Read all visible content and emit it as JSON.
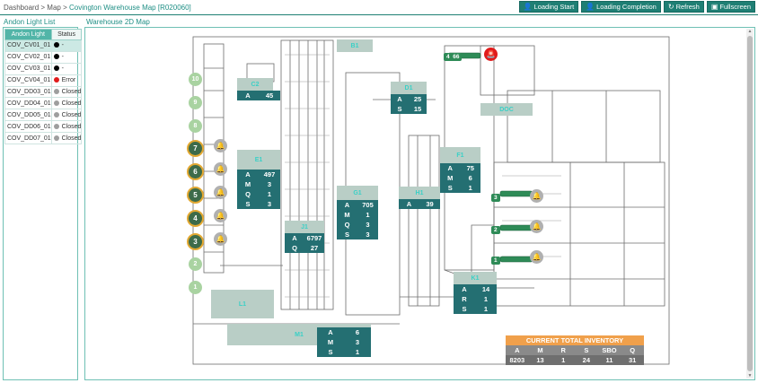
{
  "breadcrumb": {
    "home": "Dashboard",
    "sep1": ">",
    "map": "Map",
    "sep2": ">",
    "current": "Covington Warehouse Map [R020060]"
  },
  "toolbar": {
    "loading_start": "Loading Start",
    "loading_completion": "Loading Completion",
    "refresh": "Refresh",
    "fullscreen": "Fullscreen"
  },
  "andon": {
    "title": "Andon Light List",
    "col_name": "Andon Light",
    "col_status": "Status",
    "rows": [
      {
        "name": "COV_CV01_01",
        "status": "-",
        "color": "#000000"
      },
      {
        "name": "COV_CV02_01",
        "status": "-",
        "color": "#000000"
      },
      {
        "name": "COV_CV03_01",
        "status": "-",
        "color": "#000000"
      },
      {
        "name": "COV_CV04_01",
        "status": "Error",
        "color": "#e01b1b"
      },
      {
        "name": "COV_DD03_01",
        "status": "Closed",
        "color": "#9e9e9e"
      },
      {
        "name": "COV_DD04_01",
        "status": "Closed",
        "color": "#9e9e9e"
      },
      {
        "name": "COV_DD05_01",
        "status": "Closed",
        "color": "#9e9e9e"
      },
      {
        "name": "COV_DD06_01",
        "status": "Closed",
        "color": "#9e9e9e"
      },
      {
        "name": "COV_DD07_01",
        "status": "Closed",
        "color": "#9e9e9e"
      }
    ]
  },
  "map": {
    "title": "Warehouse 2D Map",
    "cards": {
      "c1": [
        [
          "A",
          "45"
        ]
      ],
      "c2": [
        [
          "A",
          "25"
        ],
        [
          "S",
          "15"
        ]
      ],
      "c3": [
        [
          "A",
          "497"
        ],
        [
          "M",
          "3"
        ],
        [
          "Q",
          "1"
        ],
        [
          "S",
          "3"
        ]
      ],
      "c4": [
        [
          "A",
          "75"
        ],
        [
          "M",
          "6"
        ],
        [
          "S",
          "1"
        ]
      ],
      "c5": [
        [
          "A",
          "705"
        ],
        [
          "M",
          "1"
        ],
        [
          "Q",
          "3"
        ],
        [
          "S",
          "3"
        ]
      ],
      "c6": [
        [
          "A",
          "39"
        ]
      ],
      "c7": [
        [
          "A",
          "6797"
        ],
        [
          "Q",
          "27"
        ]
      ],
      "c8": [
        [
          "A",
          "14"
        ],
        [
          "R",
          "1"
        ],
        [
          "S",
          "1"
        ]
      ],
      "c9": [
        [
          "A",
          "6"
        ],
        [
          "M",
          "3"
        ],
        [
          "S",
          "1"
        ]
      ]
    },
    "dock_numbers": [
      "10",
      "9",
      "8",
      "7",
      "6",
      "5",
      "4",
      "3",
      "2",
      "1"
    ],
    "top_chip": {
      "num": "4",
      "val": "66"
    },
    "conveyor_chips": [
      "3",
      "2",
      "1"
    ]
  },
  "inventory": {
    "title": "CURRENT TOTAL INVENTORY",
    "headers": [
      "A",
      "M",
      "R",
      "S",
      "SBO",
      "Q"
    ],
    "values": [
      "8203",
      "13",
      "1",
      "24",
      "11",
      "31"
    ]
  },
  "colors": {
    "accent": "#1f7f74",
    "card": "#246f72",
    "zone": "#b9cec6",
    "inventory_header": "#f0a04b",
    "error": "#e01b1b"
  }
}
